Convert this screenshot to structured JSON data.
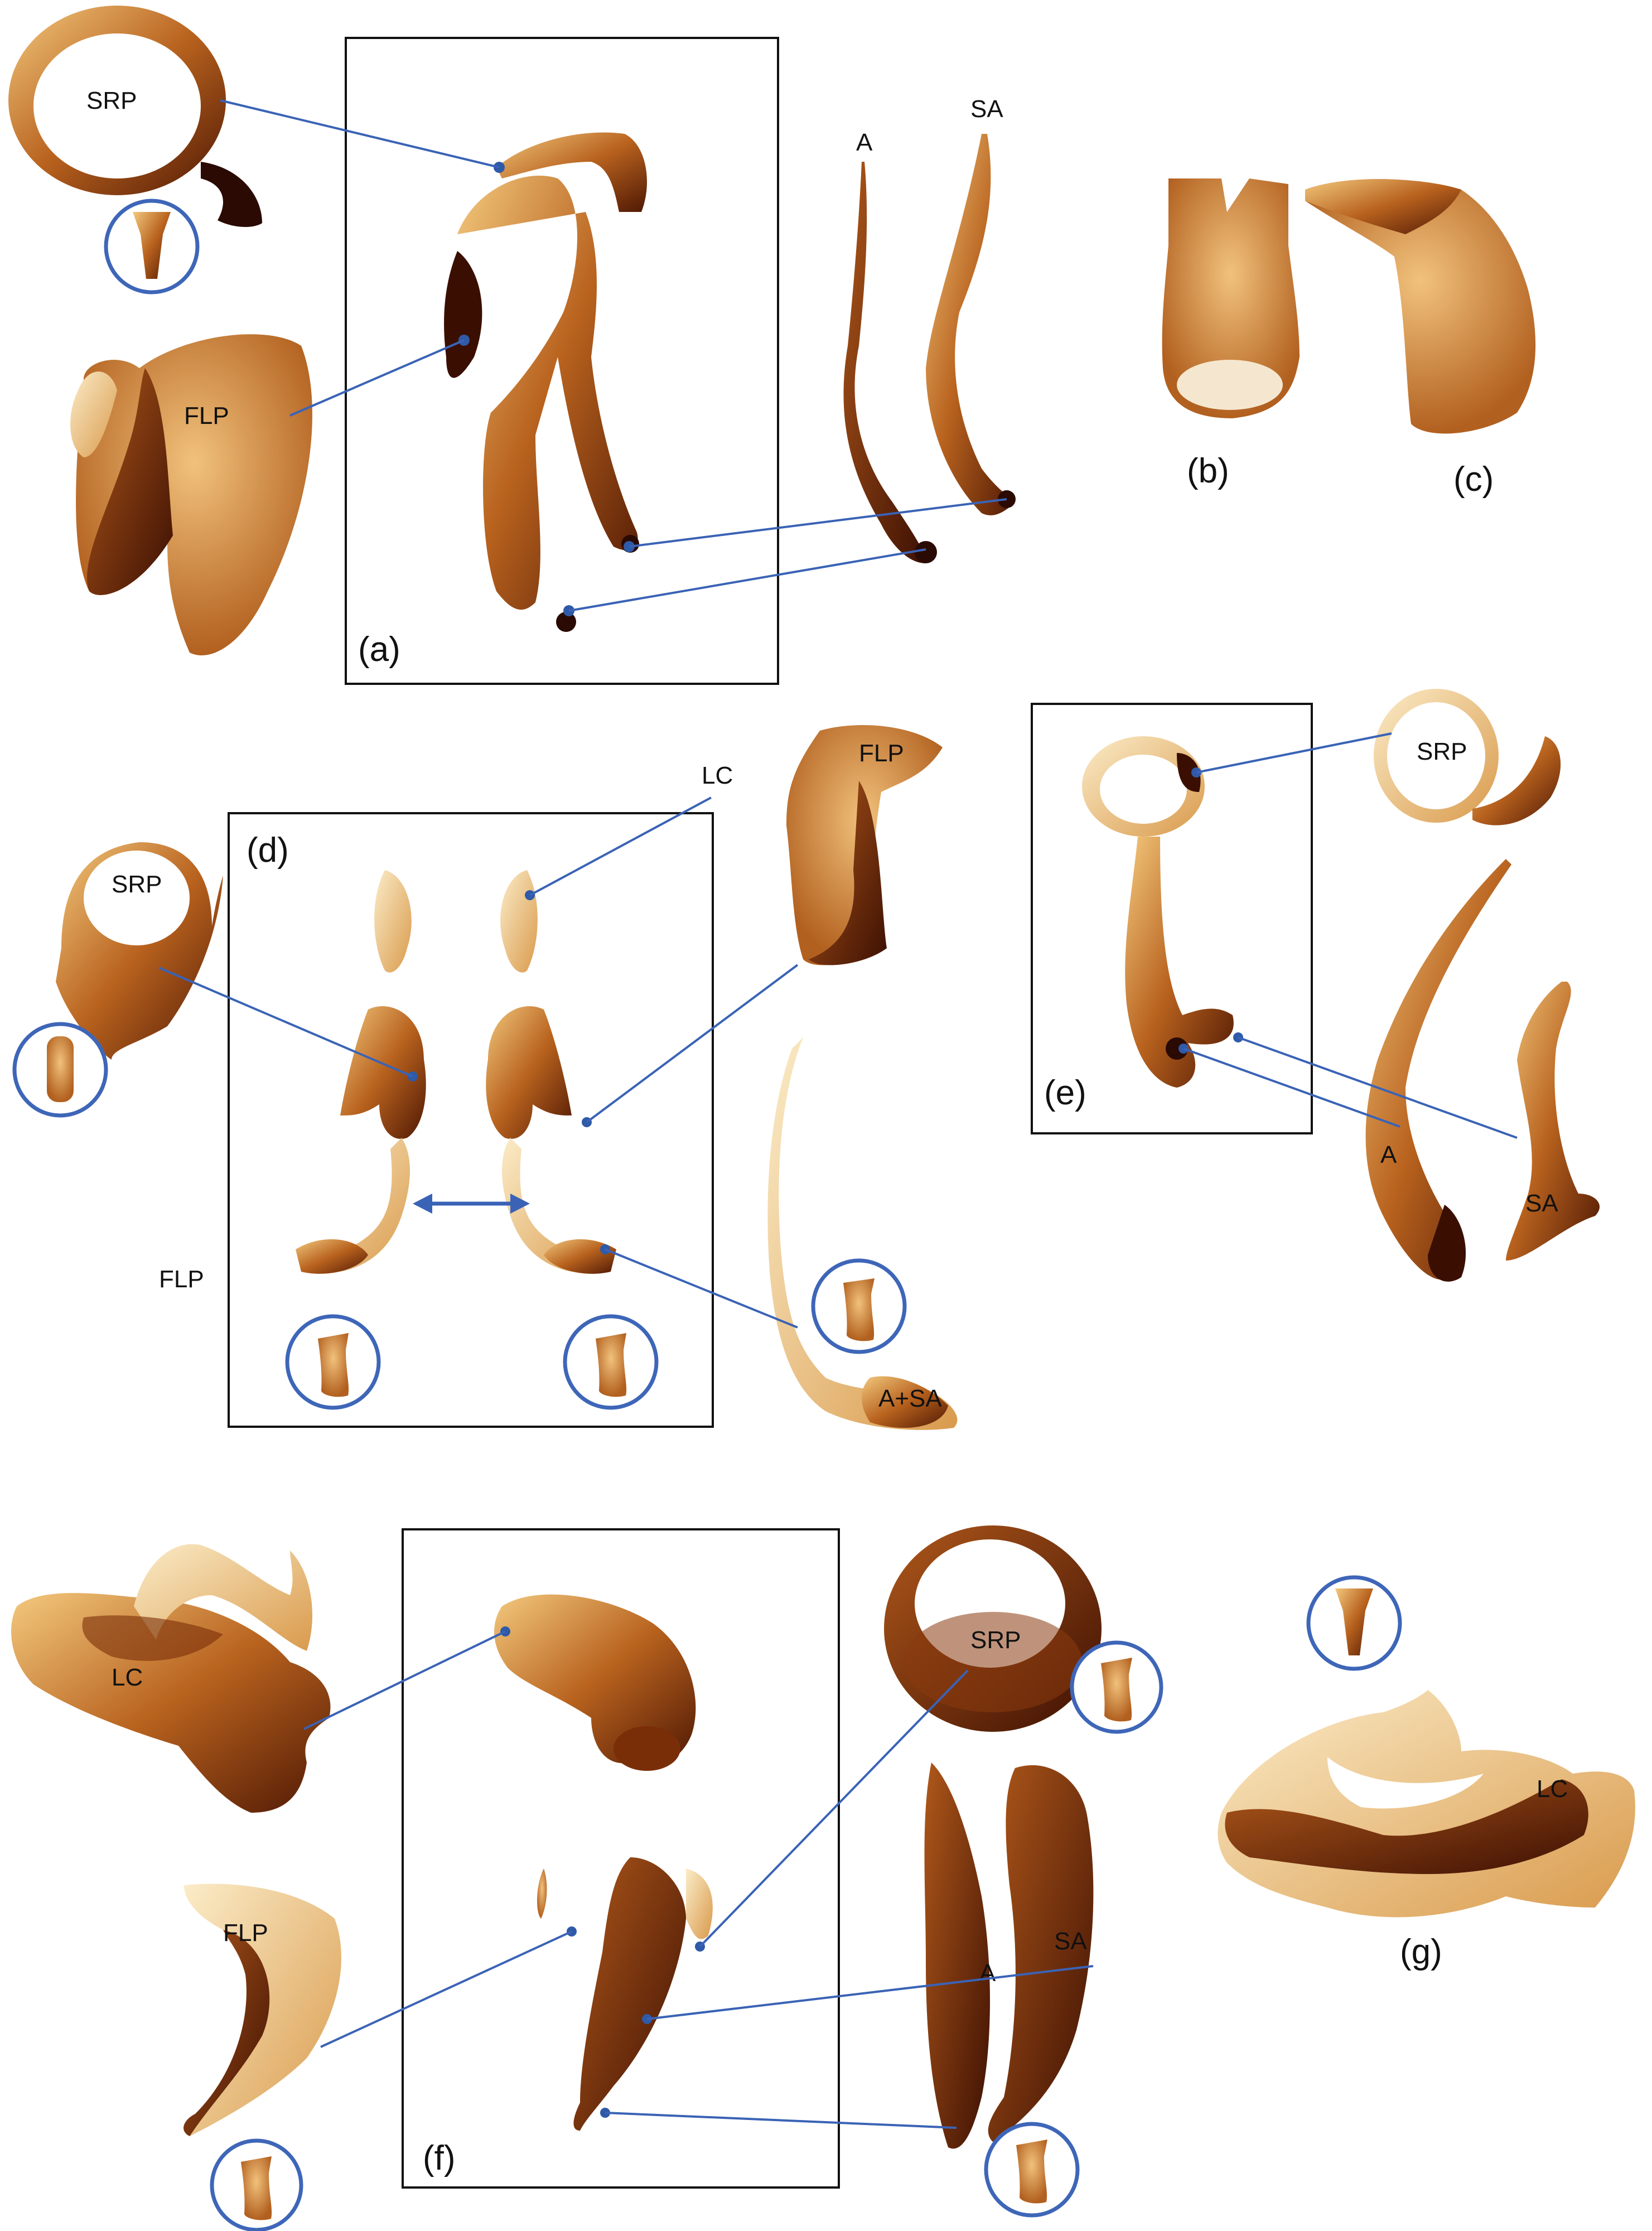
{
  "panels": {
    "a": {
      "panel_label": "(a)",
      "labels": {
        "srp": "SRP",
        "flp": "FLP",
        "a": "A",
        "sa": "SA"
      }
    },
    "b": {
      "panel_label": "(b)"
    },
    "c": {
      "panel_label": "(c)"
    },
    "d": {
      "panel_label": "(d)",
      "labels": {
        "srp": "SRP",
        "lc": "LC",
        "flp_top": "FLP",
        "flp_side": "FLP",
        "a_sa": "A+SA"
      }
    },
    "e": {
      "panel_label": "(e)",
      "labels": {
        "srp": "SRP",
        "a": "A",
        "sa": "SA"
      }
    },
    "f": {
      "panel_label": "(f)",
      "labels": {
        "lc": "LC",
        "flp": "FLP",
        "srp": "SRP",
        "a": "A",
        "sa": "SA"
      }
    },
    "g": {
      "panel_label": "(g)",
      "labels": {
        "lc": "LC"
      }
    }
  },
  "colors": {
    "connector": "#3a63b6",
    "inset_ring": "#3e66b8",
    "frame": "#111111",
    "specimen_dark": "#5a1e06",
    "specimen_mid": "#9a4a14",
    "specimen_light": "#e6b068",
    "specimen_pale": "#f6e2b6"
  },
  "icons": {
    "double_arrow": "double-headed-arrow",
    "inset_thumbnail": "aedeagus-thumbnail"
  }
}
